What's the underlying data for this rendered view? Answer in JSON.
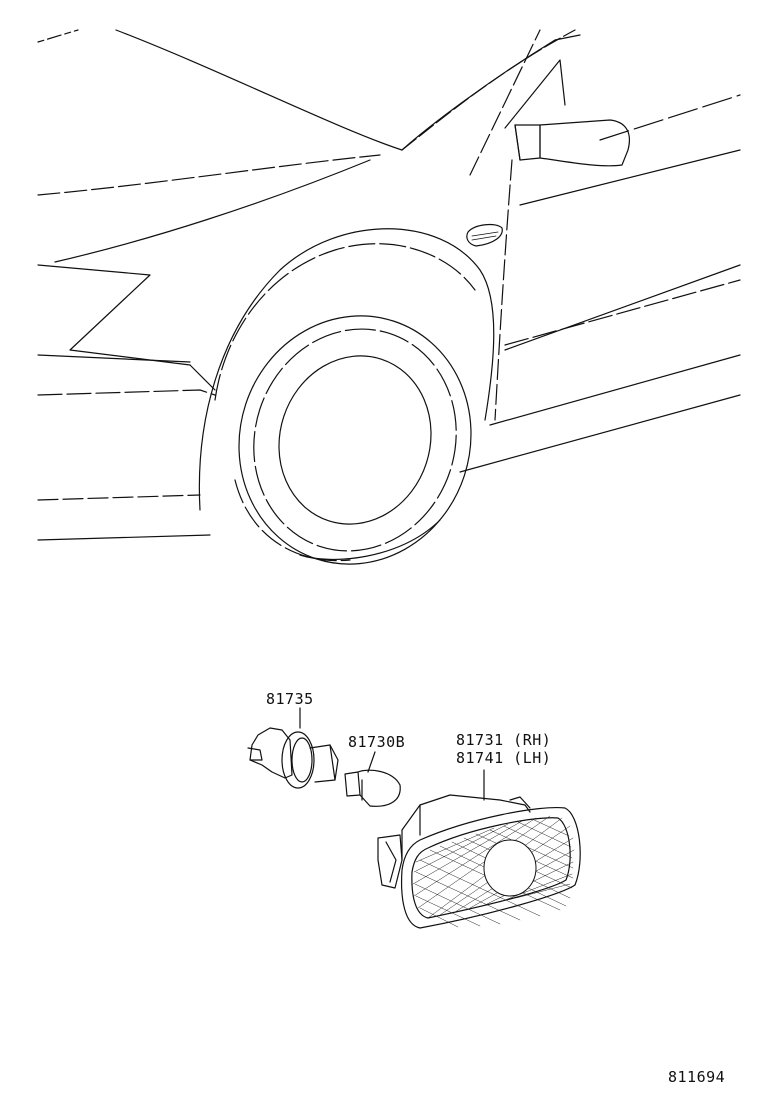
{
  "parts": {
    "socket": "81735",
    "bulb": "81730B",
    "lamp_rh": "81731 (RH)",
    "lamp_lh": "81741 (LH)"
  },
  "diagram_number": "811694"
}
